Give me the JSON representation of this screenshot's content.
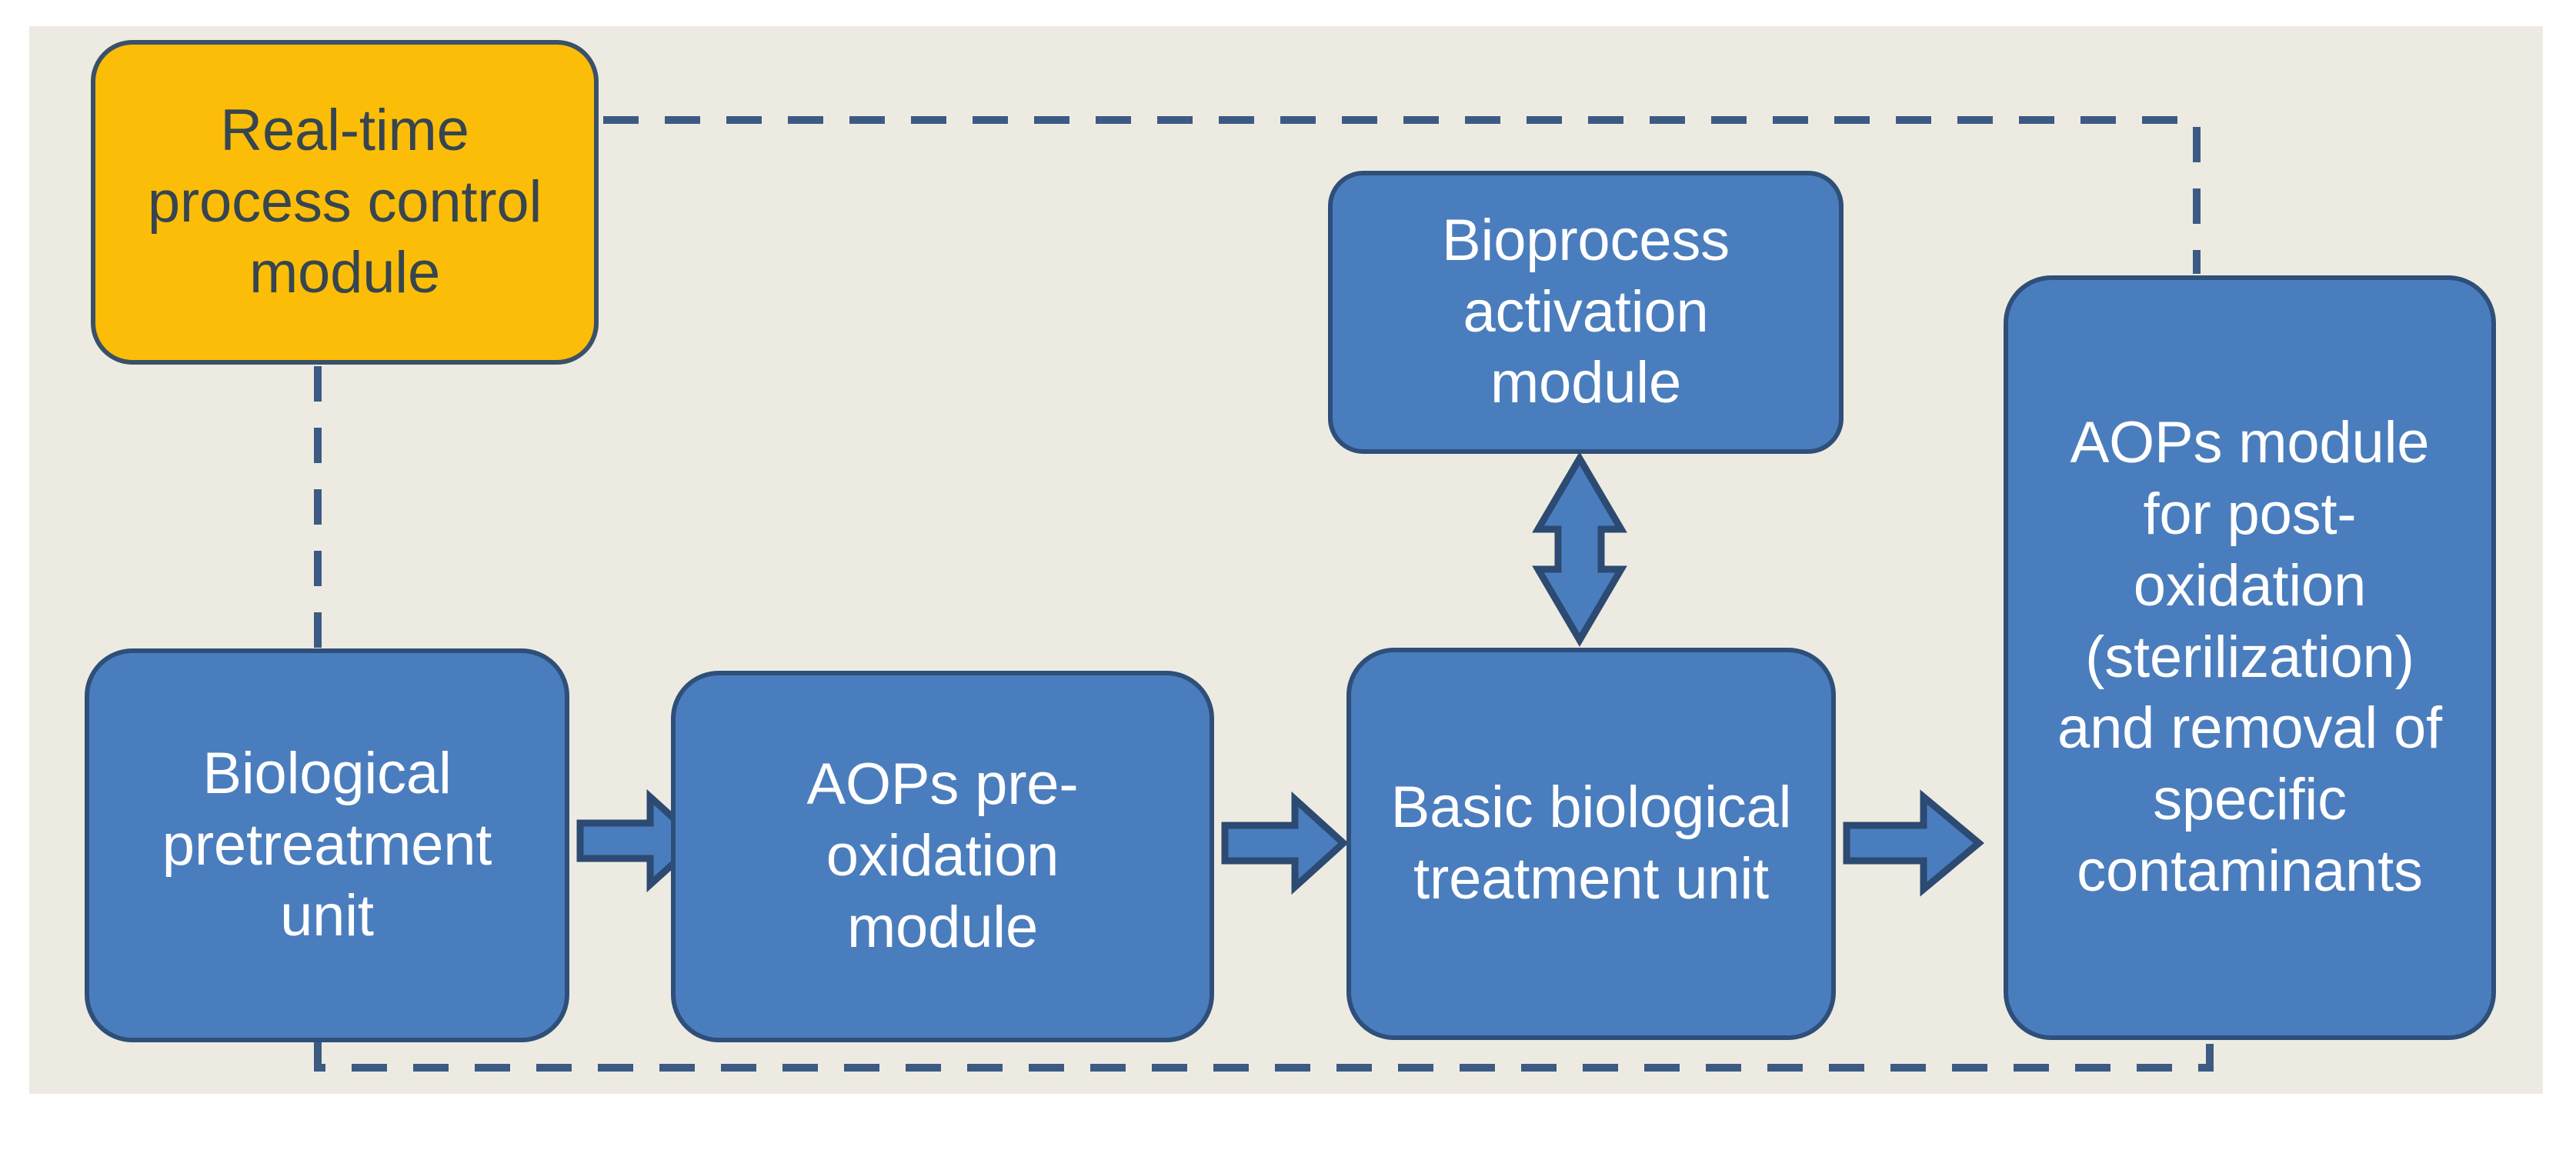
{
  "diagram": {
    "title": "Integrated biological and AOPs wastewater treatment process flow",
    "type": "flowchart",
    "canvas_background": "#edebe1",
    "colors": {
      "blue_fill": "#4a7dbd",
      "blue_border": "#2e4f79",
      "yellow_fill": "#fbbd07",
      "yellow_border": "#3b5069",
      "blue_text": "#ffffff",
      "yellow_text": "#36454f",
      "connector": "#3c5a84"
    },
    "nodes": [
      {
        "id": "control",
        "label": "Real-time\nprocess control\nmodule",
        "style": "yellow",
        "role": "control-module"
      },
      {
        "id": "pretreatment",
        "label": "Biological\npretreatment\nunit",
        "style": "blue",
        "role": "process-unit"
      },
      {
        "id": "preox",
        "label": "AOPs pre-\noxidation\nmodule",
        "style": "blue",
        "role": "process-unit"
      },
      {
        "id": "bioactivation",
        "label": "Bioprocess\nactivation\nmodule",
        "style": "blue",
        "role": "process-unit"
      },
      {
        "id": "basicbio",
        "label": "Basic biological\ntreatment unit",
        "style": "blue",
        "role": "process-unit"
      },
      {
        "id": "postox",
        "label": "AOPs module\nfor post-\noxidation\n(sterilization)\nand removal of\nspecific\ncontaminants",
        "style": "blue",
        "role": "process-unit"
      }
    ],
    "connectors": [
      {
        "id": "arrow-pretreatment-to-preox",
        "from": "pretreatment",
        "to": "preox",
        "kind": "block-arrow",
        "direction": "right"
      },
      {
        "id": "arrow-preox-to-basicbio",
        "from": "preox",
        "to": "basicbio",
        "kind": "block-arrow",
        "direction": "right"
      },
      {
        "id": "arrow-basicbio-to-postox",
        "from": "basicbio",
        "to": "postox",
        "kind": "block-arrow",
        "direction": "right"
      },
      {
        "id": "arrow-basicbio-bioactivation",
        "from": "basicbio",
        "to": "bioactivation",
        "kind": "block-arrow",
        "direction": "bidirectional-vertical"
      },
      {
        "id": "dashed-control-to-pretreatment",
        "from": "control",
        "to": "pretreatment",
        "kind": "dashed-line"
      },
      {
        "id": "dashed-control-top-to-postox",
        "from": "control",
        "to": "postox",
        "kind": "dashed-line"
      },
      {
        "id": "dashed-pretreatment-bottom-to-postox",
        "from": "pretreatment",
        "to": "postox",
        "kind": "dashed-line"
      }
    ]
  }
}
